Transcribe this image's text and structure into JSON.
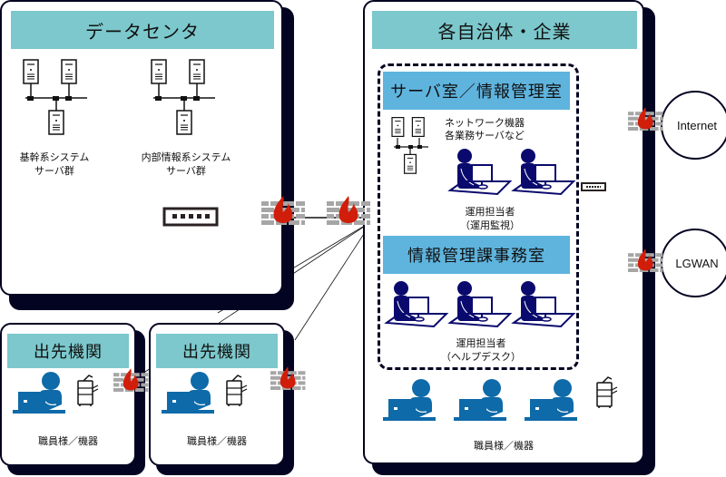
{
  "datacenter": {
    "title": "データセンタ",
    "group1_line1": "基幹系システム",
    "group1_line2": "サーバ群",
    "group2_line1": "内部情報系システム",
    "group2_line2": "サーバ群"
  },
  "branch1": {
    "title": "出先機関",
    "label": "職員様／機器"
  },
  "branch2": {
    "title": "出先機関",
    "label": "職員様／機器"
  },
  "org": {
    "title": "各自治体・企業",
    "server_room": {
      "title": "サーバ室／情報管理室",
      "equipment_line1": "ネットワーク機器",
      "equipment_line2": "各業務サーバなど",
      "operators_line1": "運用担当者",
      "operators_line2": "（運用監視）"
    },
    "info_office": {
      "title": "情報管理課事務室",
      "operators_line1": "運用担当者",
      "operators_line2": "（ヘルプデスク）"
    },
    "staff_label": "職員様／機器"
  },
  "external": {
    "internet": "Internet",
    "lgwan": "LGWAN"
  },
  "colors": {
    "frame": "#030322",
    "teal_band": "#7cc8cc",
    "blue_band": "#5fb4de",
    "person_navy": "#0a0a6e",
    "person_blue": "#0e6aa8",
    "fire": "#d01e0a",
    "brick": "#a6a6a6"
  }
}
